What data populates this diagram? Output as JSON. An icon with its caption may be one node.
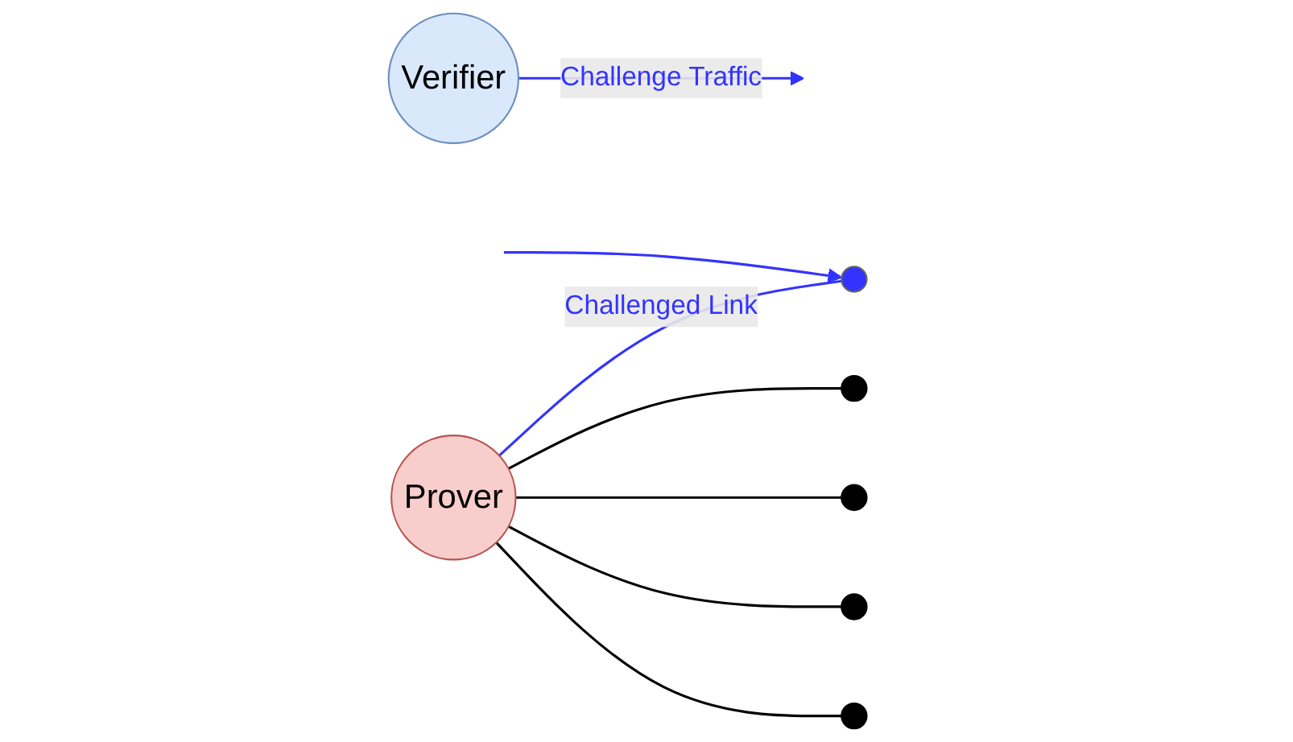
{
  "diagram": {
    "nodes": [
      {
        "text": [],
        "shape": "circle"
      },
      {
        "text": [],
        "shape": "circle"
      },
      {
        "text": [
          "Verifier"
        ]
      },
      {
        "text": [
          "Prover"
        ]
      },
      {
        "text": [],
        "shape": "circle"
      },
      {
        "text": [],
        "shape": "circle"
      },
      {
        "text": [],
        "shape": "circle"
      }
    ],
    "edges": [
      {
        "from": 2,
        "to": null,
        "arrow": "to",
        "label": "Challenge Traffic",
        "color": "#3333ff"
      },
      {
        "from": null,
        "to": 0,
        "arrow": "to",
        "color": "#3333ff"
      },
      {
        "from": 3,
        "to": 0,
        "arrow": "none",
        "label": "Challenged Link",
        "color": "#3333ff"
      },
      {
        "from": 3,
        "to": 1,
        "arrow": "none"
      },
      {
        "from": 3,
        "to": 4,
        "arrow": "none"
      },
      {
        "from": 3,
        "to": 5,
        "arrow": "none"
      },
      {
        "from": 3,
        "to": 6,
        "arrow": "none"
      }
    ]
  }
}
